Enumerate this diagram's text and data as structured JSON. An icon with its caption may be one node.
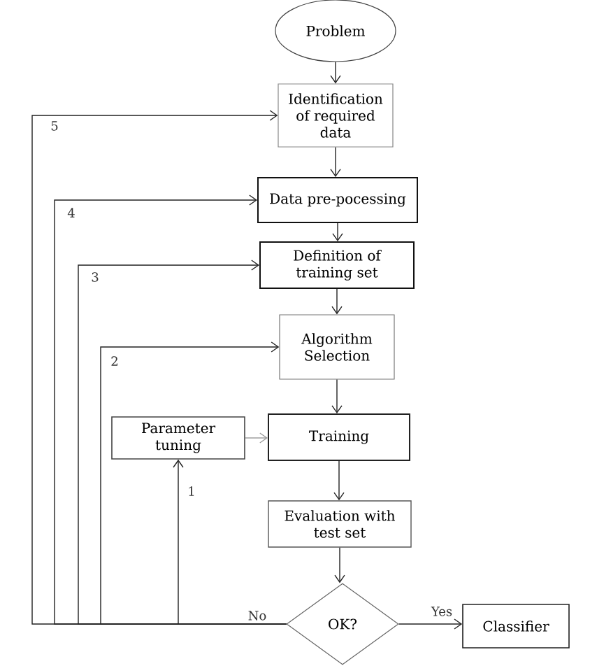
{
  "diagram": {
    "nodes": [
      {
        "text": [
          "Problem"
        ]
      },
      {
        "text": [
          "Identification of required data"
        ]
      },
      {
        "text": [
          "Data pre-pocessing"
        ]
      },
      {
        "text": [
          "Definition of training set"
        ]
      },
      {
        "text": [
          "Algorithm Selection"
        ]
      },
      {
        "text": [
          "Parameter tuning"
        ]
      },
      {
        "text": [
          "Training"
        ]
      },
      {
        "text": [
          "Evaluation with test set"
        ]
      },
      {
        "text": [
          "OK?"
        ]
      },
      {
        "text": [
          "Classifier"
        ]
      }
    ],
    "edges": [
      {
        "from": 0,
        "to": 1,
        "arrow": "to"
      },
      {
        "from": 1,
        "to": 2,
        "arrow": "to"
      },
      {
        "from": 2,
        "to": 3,
        "arrow": "to"
      },
      {
        "from": 3,
        "to": 4,
        "arrow": "to"
      },
      {
        "from": 4,
        "to": 6,
        "arrow": "to"
      },
      {
        "from": 5,
        "to": 6,
        "arrow": "to",
        "color": "#999999"
      },
      {
        "from": 6,
        "to": 7,
        "arrow": "to"
      },
      {
        "from": 7,
        "to": 8,
        "arrow": "to"
      },
      {
        "from": 8,
        "to": 9,
        "arrow": "to",
        "label": "Yes"
      },
      {
        "from": 8,
        "to": 5,
        "arrow": "to",
        "label": "1"
      },
      {
        "from": 8,
        "to": 4,
        "arrow": "to",
        "label": "2"
      },
      {
        "from": 8,
        "to": 3,
        "arrow": "to",
        "label": "3"
      },
      {
        "from": 8,
        "to": 2,
        "arrow": "to",
        "label": "4"
      },
      {
        "from": 8,
        "to": 1,
        "arrow": "to",
        "label": "5"
      }
    ],
    "labels": [
      "No"
    ]
  }
}
